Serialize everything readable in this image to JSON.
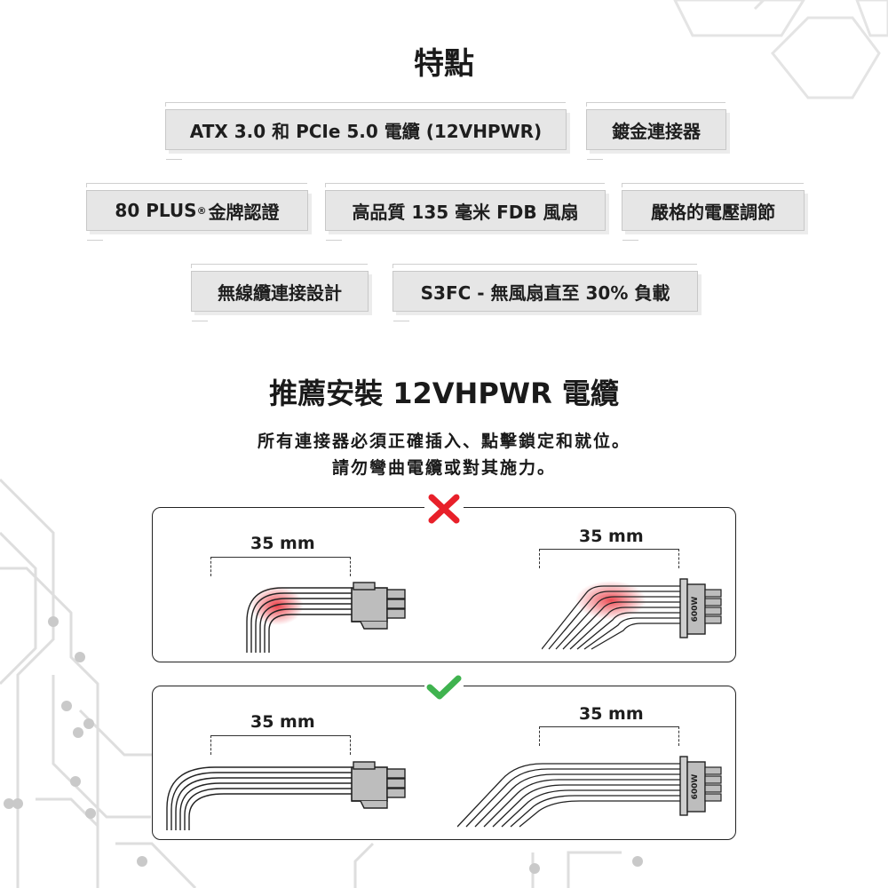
{
  "features": {
    "title": "特點",
    "tags": [
      {
        "text": "ATX 3.0 和 PCIe 5.0 電纜 (12VHPWR)"
      },
      {
        "text": "鍍金連接器"
      },
      {
        "text": "80 PLUS",
        "sup": "®",
        "rest": " 金牌認證"
      },
      {
        "text": "高品質 135 毫米 FDB 風扇"
      },
      {
        "text": "嚴格的電壓調節"
      },
      {
        "text": "無線纜連接設計"
      },
      {
        "text": "S3FC - 無風扇直至 30% 負載"
      }
    ]
  },
  "install": {
    "title": "推薦安裝 12VHPWR 電纜",
    "line1": "所有連接器必須正確插入、點擊鎖定和就位。",
    "line2": "請勿彎曲電纜或對其施力。"
  },
  "panels": {
    "bad": {
      "left_dim": "35 mm",
      "right_dim": "35 mm",
      "connector_label": "600W"
    },
    "good": {
      "left_dim": "35 mm",
      "right_dim": "35 mm",
      "connector_label": "600W"
    }
  },
  "colors": {
    "wrong": "#e8202a",
    "correct": "#3fb34f",
    "stress": "#e8202a"
  }
}
